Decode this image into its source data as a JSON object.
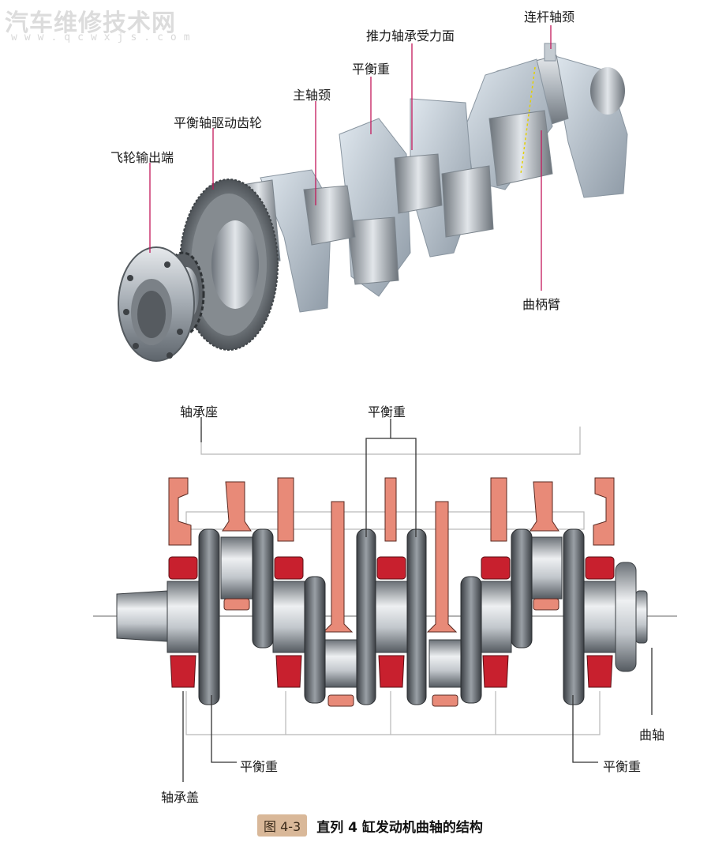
{
  "watermark": {
    "title": "汽车维修技术网",
    "url": "www.qcwxjs.com"
  },
  "top_labels": {
    "conrod_journal": "连杆轴颈",
    "thrust_bearing": "推力轴承受力面",
    "counterweight": "平衡重",
    "main_journal": "主轴颈",
    "balance_gear": "平衡轴驱动齿轮",
    "flywheel_end": "飞轮输出端",
    "crank_arm": "曲柄臂"
  },
  "bottom_labels": {
    "bearing_seat": "轴承座",
    "counterweight_top": "平衡重",
    "crankshaft": "曲轴",
    "counterweight_left": "平衡重",
    "counterweight_right": "平衡重",
    "bearing_cap": "轴承盖"
  },
  "caption": {
    "figure_no": "图 4-3",
    "title": "直列 4 缸发动机曲轴的结构"
  },
  "colors": {
    "accent_line": "#c2185b",
    "bearing": "#c8202e",
    "bearing_light": "#e88a78",
    "steel": "#9aa1a8"
  }
}
